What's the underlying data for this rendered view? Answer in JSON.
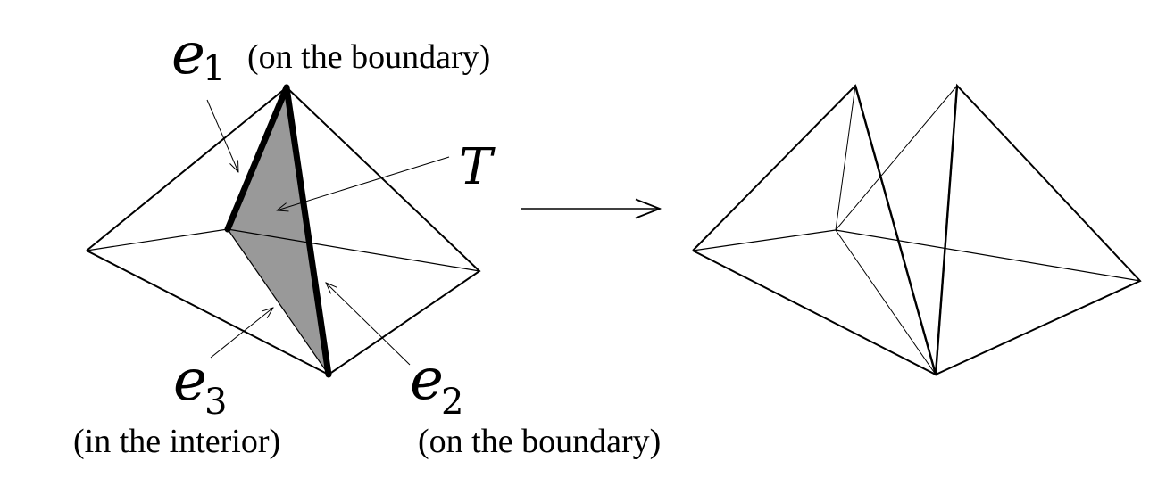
{
  "labels": {
    "e1": {
      "base": "e",
      "sub": "1",
      "note": "(on the boundary)"
    },
    "e2": {
      "base": "e",
      "sub": "2",
      "note": "(on the boundary)"
    },
    "e3": {
      "base": "e",
      "sub": "3",
      "note": "(in the interior)"
    },
    "T": "T"
  },
  "colors": {
    "stroke": "#000000",
    "shaded_triangle": "#999999"
  }
}
